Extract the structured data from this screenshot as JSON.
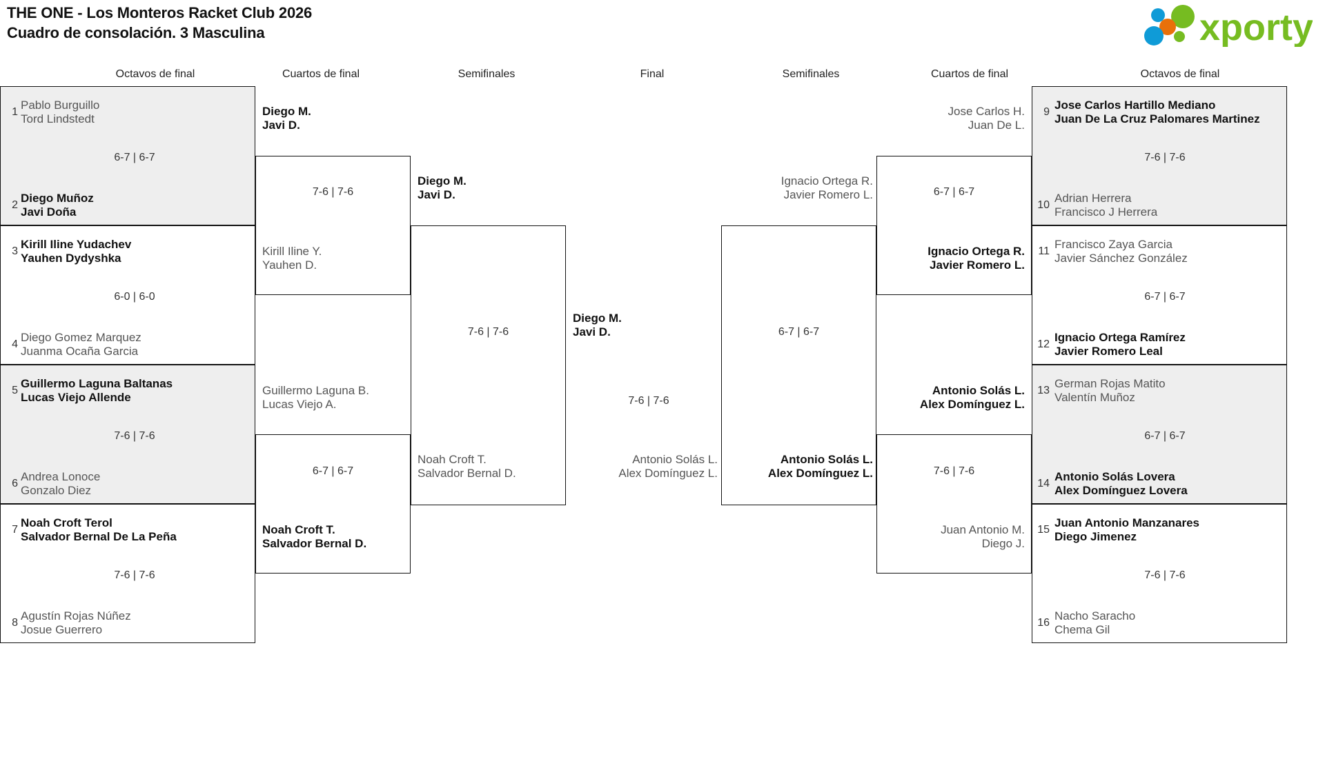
{
  "header": {
    "title": "THE ONE - Los Monteros Racket Club 2026\nCuadro de consolación. 3 Masculina",
    "logo_text": "xporty",
    "logo_colors": {
      "green": "#76bc21",
      "blue": "#0f9bd7",
      "orange": "#e8700a"
    }
  },
  "rounds": {
    "left": [
      "Octavos de final",
      "Cuartos de final",
      "Semifinales"
    ],
    "center": "Final",
    "right": [
      "Semifinales",
      "Cuartos de final",
      "Octavos de final"
    ]
  },
  "chart_data": {
    "type": "bracket",
    "title": "THE ONE - Los Monteros Racket Club 2026 — Cuadro de consolación. 3 Masculina",
    "draw_size": 16,
    "winner": "Diego M. / Javi D."
  },
  "left": {
    "r16": [
      {
        "seed": "1",
        "p1": "Pablo Burguillo",
        "p2": "Tord Lindstedt",
        "winner": false,
        "shaded": true
      },
      {
        "seed": "2",
        "p1": "Diego Muñoz",
        "p2": "Javi Doña",
        "winner": true,
        "shaded": true
      },
      {
        "seed": "3",
        "p1": "Kirill Iline Yudachev",
        "p2": "Yauhen Dydyshka",
        "winner": true,
        "shaded": false
      },
      {
        "seed": "4",
        "p1": "Diego Gomez Marquez",
        "p2": "Juanma Ocaña Garcia",
        "winner": false,
        "shaded": false
      },
      {
        "seed": "5",
        "p1": "Guillermo Laguna Baltanas",
        "p2": "Lucas Viejo Allende",
        "winner": true,
        "shaded": true
      },
      {
        "seed": "6",
        "p1": "Andrea Lonoce",
        "p2": "Gonzalo Diez",
        "winner": false,
        "shaded": true
      },
      {
        "seed": "7",
        "p1": "Noah Croft Terol",
        "p2": "Salvador Bernal De La Peña",
        "winner": true,
        "shaded": false
      },
      {
        "seed": "8",
        "p1": "Agustín Rojas Núñez",
        "p2": "Josue Guerrero",
        "winner": false,
        "shaded": false
      }
    ],
    "r16_scores": [
      "6-7 | 6-7",
      "6-0 | 6-0",
      "7-6 | 7-6",
      "7-6 | 7-6"
    ],
    "qf": [
      {
        "p1": "Diego M.",
        "p2": "Javi D.",
        "winner": true
      },
      {
        "p1": "Kirill Iline Y.",
        "p2": "Yauhen D.",
        "winner": false
      },
      {
        "p1": "Guillermo Laguna B.",
        "p2": "Lucas Viejo A.",
        "winner": false
      },
      {
        "p1": "Noah Croft T.",
        "p2": "Salvador Bernal D.",
        "winner": true
      }
    ],
    "qf_scores": [
      "7-6 | 7-6",
      "6-7 | 6-7"
    ],
    "sf": [
      {
        "p1": "Diego M.",
        "p2": "Javi D.",
        "winner": true
      },
      {
        "p1": "Noah Croft T.",
        "p2": "Salvador Bernal D.",
        "winner": false
      }
    ],
    "sf_scores": [
      "7-6 | 7-6"
    ]
  },
  "final": {
    "top": {
      "p1": "Diego M.",
      "p2": "Javi D.",
      "winner": true
    },
    "bottom": {
      "p1": "Antonio Solás L.",
      "p2": "Alex Domínguez L.",
      "winner": false
    },
    "score": "7-6 | 7-6"
  },
  "right": {
    "r16": [
      {
        "seed": "9",
        "p1": "Jose Carlos Hartillo Mediano",
        "p2": "Juan De La Cruz Palomares Martinez",
        "winner": true,
        "shaded": true
      },
      {
        "seed": "10",
        "p1": "Adrian Herrera",
        "p2": "Francisco J Herrera",
        "winner": false,
        "shaded": true
      },
      {
        "seed": "11",
        "p1": "Francisco Zaya Garcia",
        "p2": "Javier Sánchez González",
        "winner": false,
        "shaded": false
      },
      {
        "seed": "12",
        "p1": "Ignacio Ortega Ramírez",
        "p2": "Javier Romero Leal",
        "winner": true,
        "shaded": false
      },
      {
        "seed": "13",
        "p1": "German Rojas Matito",
        "p2": "Valentín Muñoz",
        "winner": false,
        "shaded": true
      },
      {
        "seed": "14",
        "p1": "Antonio Solás Lovera",
        "p2": "Alex Domínguez Lovera",
        "winner": true,
        "shaded": true
      },
      {
        "seed": "15",
        "p1": "Juan Antonio Manzanares",
        "p2": "Diego Jimenez",
        "winner": true,
        "shaded": false
      },
      {
        "seed": "16",
        "p1": "Nacho Saracho",
        "p2": "Chema Gil",
        "winner": false,
        "shaded": false
      }
    ],
    "r16_scores": [
      "7-6 | 7-6",
      "6-7 | 6-7",
      "6-7 | 6-7",
      "7-6 | 7-6"
    ],
    "qf": [
      {
        "p1": "Jose Carlos H.",
        "p2": "Juan De L.",
        "winner": false
      },
      {
        "p1": "Ignacio Ortega R.",
        "p2": "Javier Romero L.",
        "winner": true
      },
      {
        "p1": "Antonio Solás L.",
        "p2": "Alex Domínguez L.",
        "winner": true
      },
      {
        "p1": "Juan Antonio M.",
        "p2": "Diego J.",
        "winner": false
      }
    ],
    "qf_scores": [
      "6-7 | 6-7",
      "7-6 | 7-6"
    ],
    "sf": [
      {
        "p1": "Ignacio Ortega R.",
        "p2": "Javier Romero L.",
        "winner": false
      },
      {
        "p1": "Antonio Solás L.",
        "p2": "Alex Domínguez L.",
        "winner": true
      }
    ],
    "sf_scores": [
      "6-7 | 6-7"
    ]
  }
}
